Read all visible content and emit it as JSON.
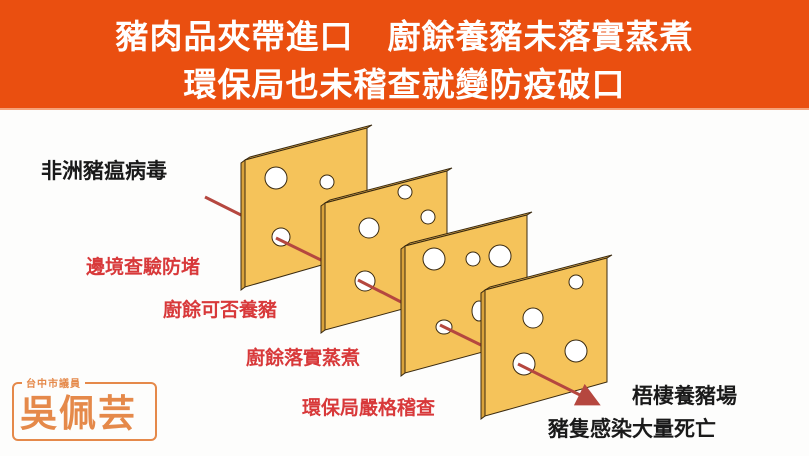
{
  "banner": {
    "line1": "豬肉品夾帶進口　廚餘養豬未落實蒸煮",
    "line2": "環保局也未稽查就變防疫破口",
    "background": "#ea4f10",
    "text_color": "#ffffff"
  },
  "diagram": {
    "type": "swiss-cheese-model",
    "slice_color": "#f5c35a",
    "slice_edge_color": "#d9a23b",
    "arrow_color": "#c0504d",
    "source_label": "非洲豬瘟病毒",
    "layers": [
      {
        "label": "邊境查驗防堵"
      },
      {
        "label": "廚餘可否養豬"
      },
      {
        "label": "廚餘落實蒸煮"
      },
      {
        "label": "環保局嚴格稽查"
      }
    ],
    "outcome_line1": "梧棲養豬場",
    "outcome_line2": "豬隻感染大量死亡"
  },
  "logo": {
    "subtitle": "台中市議員",
    "name": "吳佩芸",
    "color": "#e5894a"
  }
}
